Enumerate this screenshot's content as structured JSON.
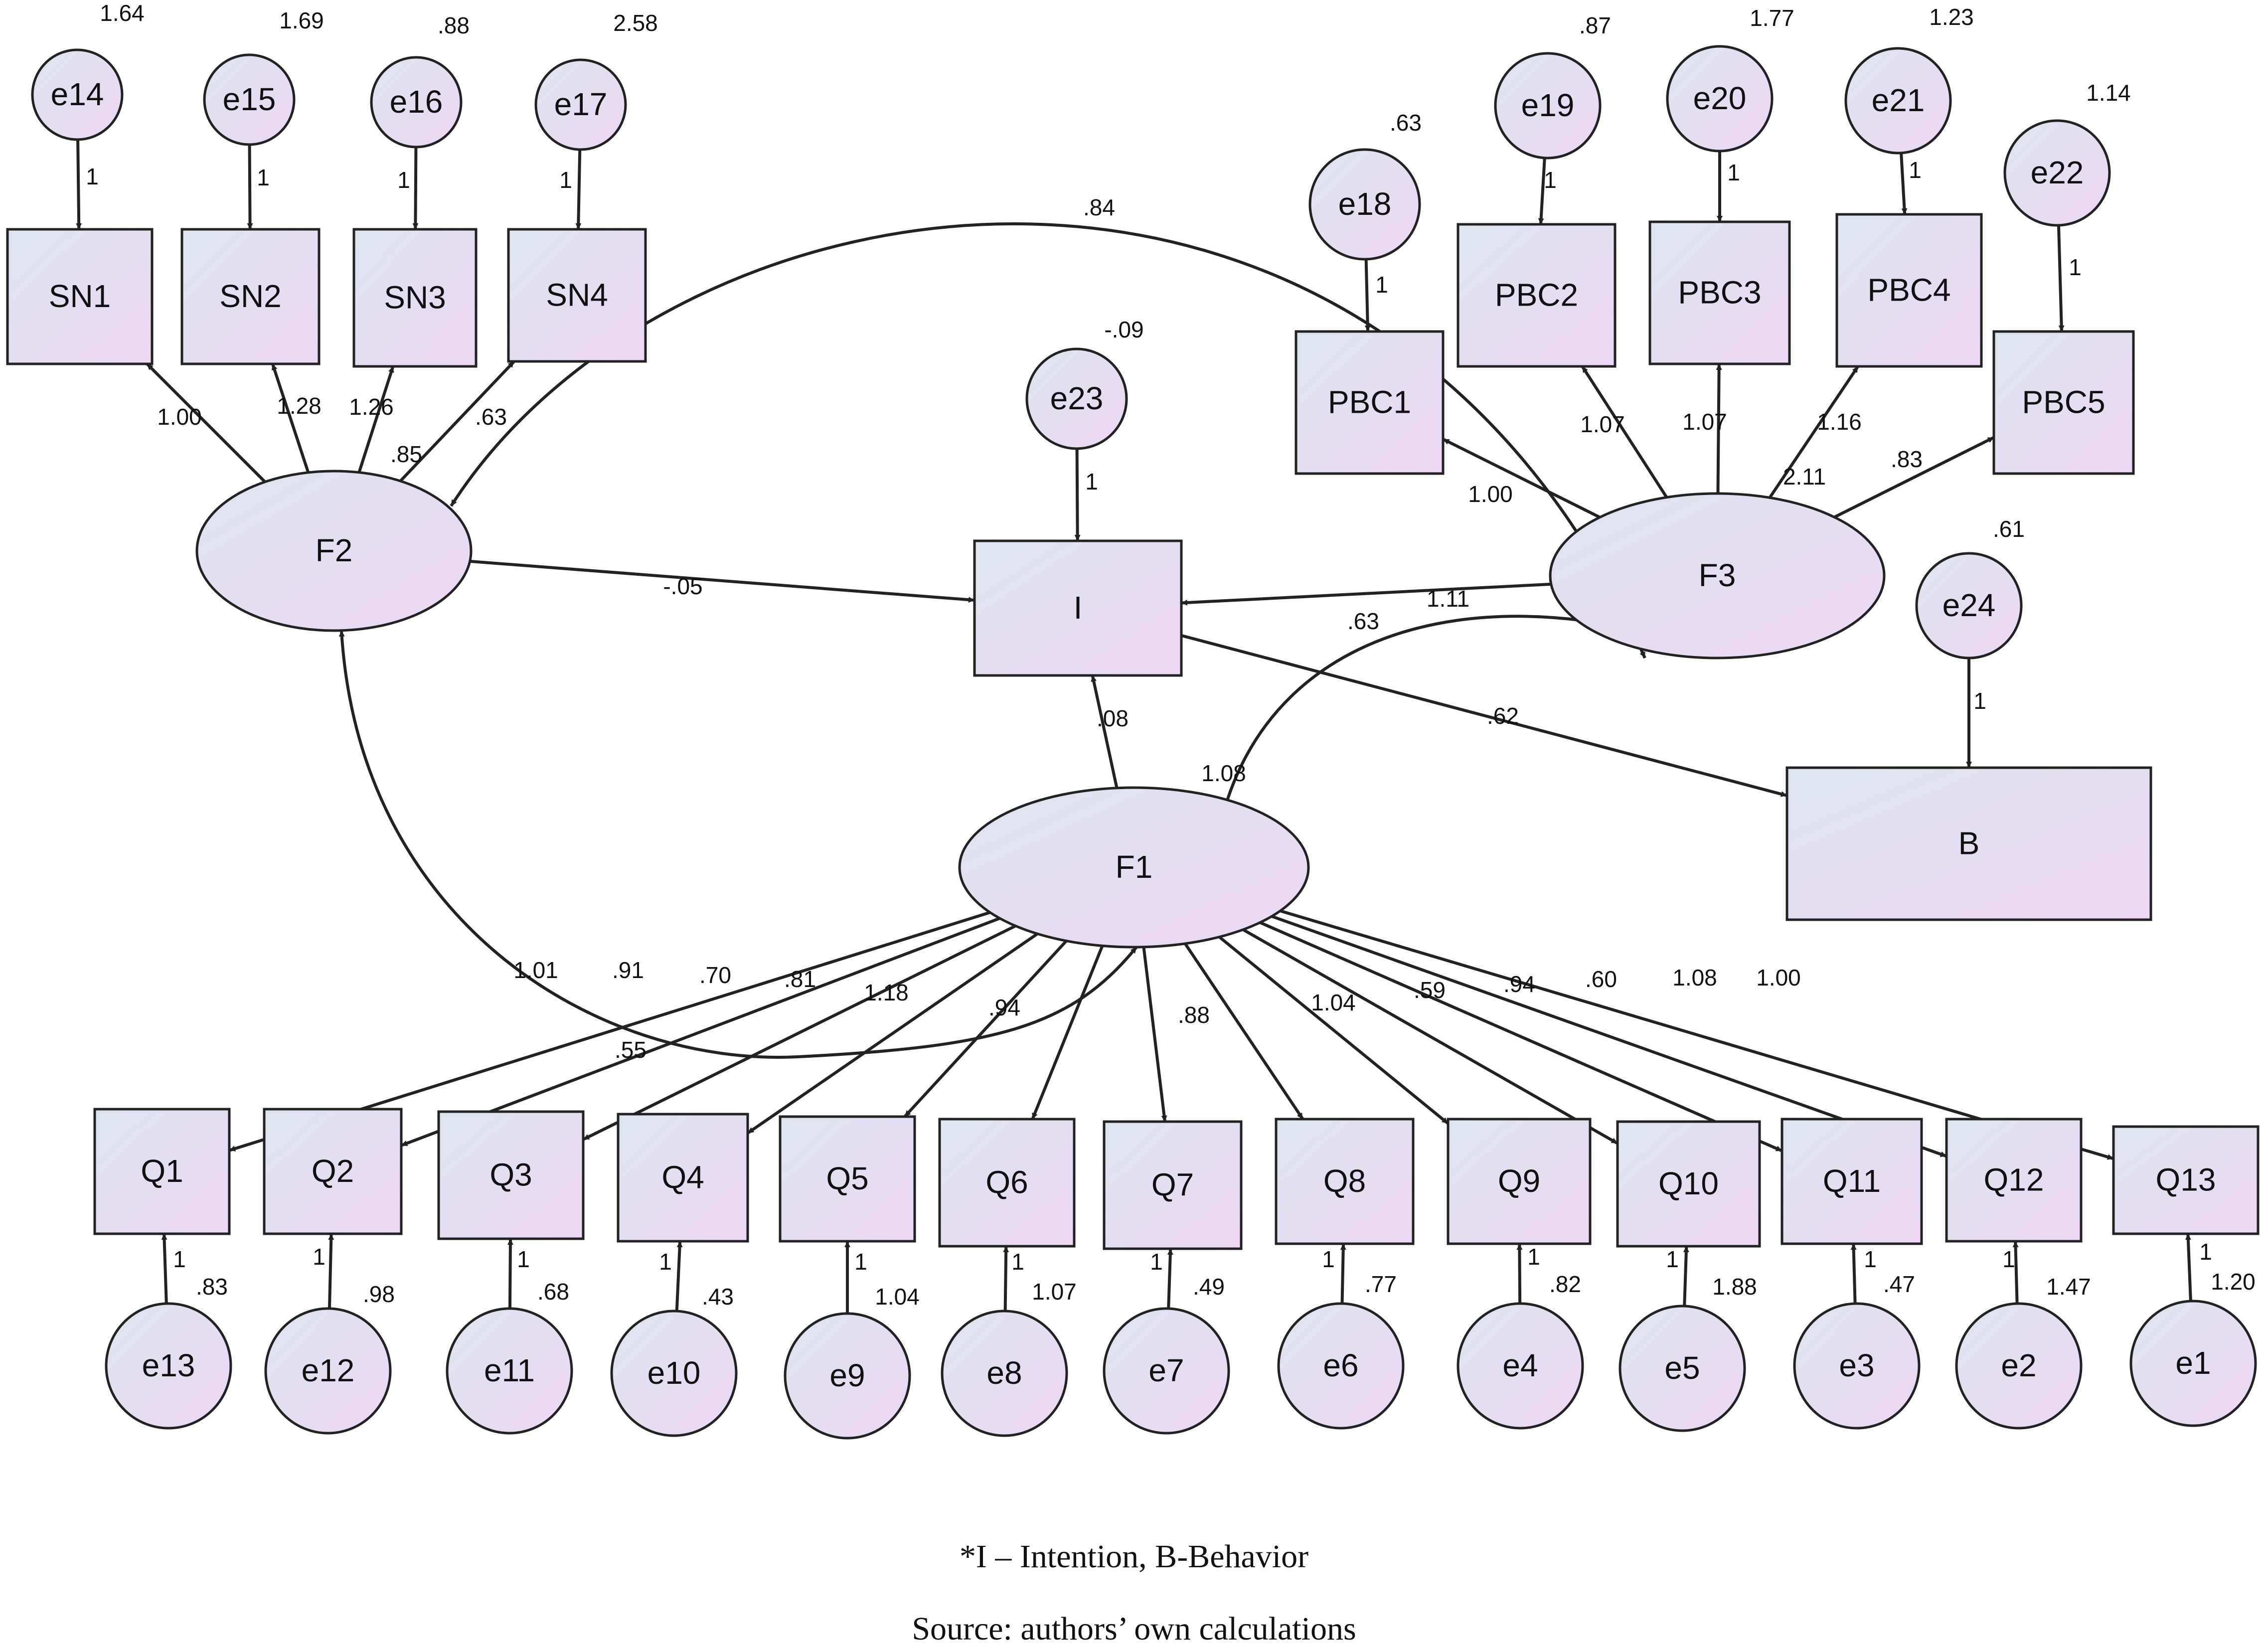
{
  "nodes": [
    {
      "id": "e14",
      "label": "e14",
      "shape": "circle"
    },
    {
      "id": "e15",
      "label": "e15",
      "shape": "circle"
    },
    {
      "id": "e16",
      "label": "e16",
      "shape": "circle"
    },
    {
      "id": "e17",
      "label": "e17",
      "shape": "circle"
    },
    {
      "id": "SN1",
      "label": "SN1",
      "shape": "rect"
    },
    {
      "id": "SN2",
      "label": "SN2",
      "shape": "rect"
    },
    {
      "id": "SN3",
      "label": "SN3",
      "shape": "rect"
    },
    {
      "id": "SN4",
      "label": "SN4",
      "shape": "rect"
    },
    {
      "id": "F2",
      "label": "F2",
      "shape": "ellipse"
    },
    {
      "id": "e23",
      "label": "e23",
      "shape": "circle"
    },
    {
      "id": "I",
      "label": "I",
      "shape": "rect"
    },
    {
      "id": "e18",
      "label": "e18",
      "shape": "circle"
    },
    {
      "id": "e19",
      "label": "e19",
      "shape": "circle"
    },
    {
      "id": "e20",
      "label": "e20",
      "shape": "circle"
    },
    {
      "id": "e21",
      "label": "e21",
      "shape": "circle"
    },
    {
      "id": "e22",
      "label": "e22",
      "shape": "circle"
    },
    {
      "id": "PBC1",
      "label": "PBC1",
      "shape": "rect"
    },
    {
      "id": "PBC2",
      "label": "PBC2",
      "shape": "rect"
    },
    {
      "id": "PBC3",
      "label": "PBC3",
      "shape": "rect"
    },
    {
      "id": "PBC4",
      "label": "PBC4",
      "shape": "rect"
    },
    {
      "id": "PBC5",
      "label": "PBC5",
      "shape": "rect"
    },
    {
      "id": "F3",
      "label": "F3",
      "shape": "ellipse"
    },
    {
      "id": "e24",
      "label": "e24",
      "shape": "circle"
    },
    {
      "id": "B",
      "label": "B",
      "shape": "rect"
    },
    {
      "id": "F1",
      "label": "F1",
      "shape": "ellipse"
    },
    {
      "id": "Q1",
      "label": "Q1",
      "shape": "rect"
    },
    {
      "id": "Q2",
      "label": "Q2",
      "shape": "rect"
    },
    {
      "id": "Q3",
      "label": "Q3",
      "shape": "rect"
    },
    {
      "id": "Q4",
      "label": "Q4",
      "shape": "rect"
    },
    {
      "id": "Q5",
      "label": "Q5",
      "shape": "rect"
    },
    {
      "id": "Q6",
      "label": "Q6",
      "shape": "rect"
    },
    {
      "id": "Q7",
      "label": "Q7",
      "shape": "rect"
    },
    {
      "id": "Q8",
      "label": "Q8",
      "shape": "rect"
    },
    {
      "id": "Q9",
      "label": "Q9",
      "shape": "rect"
    },
    {
      "id": "Q10",
      "label": "Q10",
      "shape": "rect"
    },
    {
      "id": "Q11",
      "label": "Q11",
      "shape": "rect"
    },
    {
      "id": "Q12",
      "label": "Q12",
      "shape": "rect"
    },
    {
      "id": "Q13",
      "label": "Q13",
      "shape": "rect"
    },
    {
      "id": "e13",
      "label": "e13",
      "shape": "circle"
    },
    {
      "id": "e12",
      "label": "e12",
      "shape": "circle"
    },
    {
      "id": "e11",
      "label": "e11",
      "shape": "circle"
    },
    {
      "id": "e10",
      "label": "e10",
      "shape": "circle"
    },
    {
      "id": "e9",
      "label": "e9",
      "shape": "circle"
    },
    {
      "id": "e8",
      "label": "e8",
      "shape": "circle"
    },
    {
      "id": "e7",
      "label": "e7",
      "shape": "circle"
    },
    {
      "id": "e6",
      "label": "e6",
      "shape": "circle"
    },
    {
      "id": "e4",
      "label": "e4",
      "shape": "circle"
    },
    {
      "id": "e5",
      "label": "e5",
      "shape": "circle"
    },
    {
      "id": "e3",
      "label": "e3",
      "shape": "circle"
    },
    {
      "id": "e2",
      "label": "e2",
      "shape": "circle"
    },
    {
      "id": "e1",
      "label": "e1",
      "shape": "circle"
    }
  ],
  "variances": {
    "e14": "1.64",
    "e15": "1.69",
    "e16": ".88",
    "e17": "2.58",
    "e18": ".63",
    "e19": ".87",
    "e20": "1.77",
    "e21": "1.23",
    "e22": "1.14",
    "e23": "-.09",
    "e24": ".61",
    "F3": "2.11",
    "e13": ".83",
    "e12": ".98",
    "e11": ".68",
    "e10": ".43",
    "e9": "1.04",
    "e8": "1.07",
    "e7": ".49",
    "e6": ".77",
    "e4": ".82",
    "e5": "1.88",
    "e3": ".47",
    "e2": "1.47",
    "e1": "1.20"
  },
  "edges": [
    {
      "from": "e14",
      "to": "SN1",
      "label": "1"
    },
    {
      "from": "e15",
      "to": "SN2",
      "label": "1"
    },
    {
      "from": "e16",
      "to": "SN3",
      "label": "1"
    },
    {
      "from": "e17",
      "to": "SN4",
      "label": "1"
    },
    {
      "from": "F2",
      "to": "SN1",
      "label": "1.00"
    },
    {
      "from": "F2",
      "to": "SN2",
      "label": "1.28"
    },
    {
      "from": "F2",
      "to": "SN3",
      "label": "1.26"
    },
    {
      "from": "F2",
      "to": "SN4",
      "label": ".63"
    },
    {
      "from": "e23",
      "to": "I",
      "label": "1"
    },
    {
      "from": "e18",
      "to": "PBC1",
      "label": "1"
    },
    {
      "from": "e19",
      "to": "PBC2",
      "label": "1"
    },
    {
      "from": "e20",
      "to": "PBC3",
      "label": "1"
    },
    {
      "from": "e21",
      "to": "PBC4",
      "label": "1"
    },
    {
      "from": "e22",
      "to": "PBC5",
      "label": "1"
    },
    {
      "from": "F3",
      "to": "PBC1",
      "label": "1.00"
    },
    {
      "from": "F3",
      "to": "PBC2",
      "label": "1.07"
    },
    {
      "from": "F3",
      "to": "PBC3",
      "label": "1.07"
    },
    {
      "from": "F3",
      "to": "PBC4",
      "label": "1.16"
    },
    {
      "from": "F3",
      "to": "PBC5",
      "label": ".83"
    },
    {
      "from": "F2",
      "to": "I",
      "label": "-.05"
    },
    {
      "from": "F3",
      "to": "I",
      "label": ".63"
    },
    {
      "from": "F1",
      "to": "I",
      "label": ".08"
    },
    {
      "from": "I",
      "to": "B",
      "label": ".62"
    },
    {
      "from": "e24",
      "to": "B",
      "label": "1"
    },
    {
      "from": "F1",
      "to": "Q1",
      "label": "1.01"
    },
    {
      "from": "F1",
      "to": "Q2",
      "label": ".91"
    },
    {
      "from": "F1",
      "to": "Q3",
      "label": ".70"
    },
    {
      "from": "F1",
      "to": "Q4",
      "label": ".81"
    },
    {
      "from": "F1",
      "to": "Q5",
      "label": "1.18"
    },
    {
      "from": "F1",
      "to": "Q6",
      "label": ".94"
    },
    {
      "from": "F1",
      "to": "Q7",
      "label": ".88"
    },
    {
      "from": "F1",
      "to": "Q8",
      "label": "1.04"
    },
    {
      "from": "F1",
      "to": "Q9",
      "label": ".59"
    },
    {
      "from": "F1",
      "to": "Q10",
      "label": ".94"
    },
    {
      "from": "F1",
      "to": "Q11",
      "label": ".60"
    },
    {
      "from": "F1",
      "to": "Q12",
      "label": "1.08"
    },
    {
      "from": "F1",
      "to": "Q13",
      "label": "1.00"
    },
    {
      "from": "e13",
      "to": "Q1",
      "label": "1"
    },
    {
      "from": "e12",
      "to": "Q2",
      "label": "1"
    },
    {
      "from": "e11",
      "to": "Q3",
      "label": "1"
    },
    {
      "from": "e10",
      "to": "Q4",
      "label": "1"
    },
    {
      "from": "e9",
      "to": "Q5",
      "label": "1"
    },
    {
      "from": "e8",
      "to": "Q6",
      "label": "1"
    },
    {
      "from": "e7",
      "to": "Q7",
      "label": "1"
    },
    {
      "from": "e6",
      "to": "Q8",
      "label": "1"
    },
    {
      "from": "e4",
      "to": "Q9",
      "label": "1"
    },
    {
      "from": "e5",
      "to": "Q10",
      "label": "1"
    },
    {
      "from": "e3",
      "to": "Q11",
      "label": "1"
    },
    {
      "from": "e2",
      "to": "Q12",
      "label": "1"
    },
    {
      "from": "e1",
      "to": "Q13",
      "label": "1"
    }
  ],
  "covariances": [
    {
      "between": [
        "F2",
        "F3"
      ],
      "label": ".84"
    },
    {
      "between": [
        "F3",
        "F1"
      ],
      "label": "1.08"
    },
    {
      "between": [
        "F2",
        "F1"
      ],
      "label": ".55"
    }
  ],
  "extra_labels": [
    ".85",
    "1.11"
  ],
  "caption": {
    "line1": "*I – Intention, B-Behavior",
    "line2": "Source: authors’ own calculations"
  },
  "colors": {
    "fill_start": "#dde4ee",
    "fill_end": "#ecd8f4",
    "stroke": "#222222"
  }
}
